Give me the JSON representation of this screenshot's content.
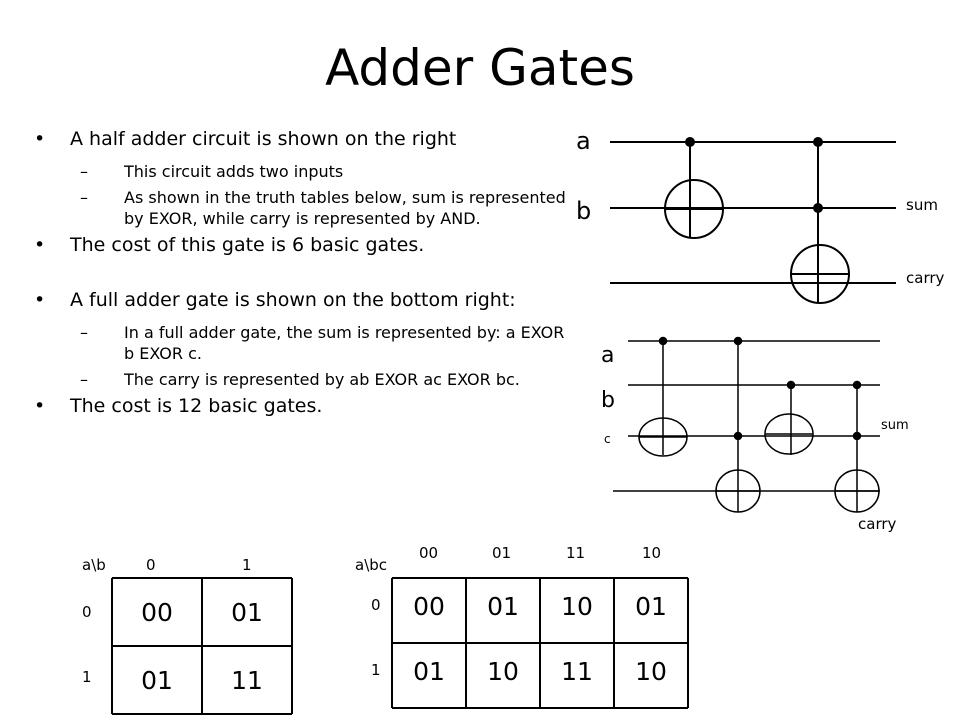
{
  "title": "Adder Gates",
  "bullets": [
    {
      "level": 1,
      "text": "A half adder circuit is shown on the right"
    },
    {
      "level": 2,
      "text": "This circuit adds two inputs"
    },
    {
      "level": 2,
      "text": "As shown in the truth tables below, sum is represented by EXOR, while carry is represented by AND."
    },
    {
      "level": 1,
      "text": "The cost of this gate is 6 basic gates."
    },
    {
      "level": 1,
      "text": "A full adder gate is shown on the bottom right:"
    },
    {
      "level": 2,
      "text": "In a full adder gate, the sum is represented by: a EXOR b EXOR c."
    },
    {
      "level": 2,
      "text": "The carry is represented by ab EXOR ac EXOR bc."
    },
    {
      "level": 1,
      "text": "The cost is 12 basic gates."
    }
  ],
  "half_adder": {
    "input_a": "a",
    "input_b": "b",
    "out_sum": "sum",
    "out_carry": "carry"
  },
  "full_adder": {
    "input_a": "a",
    "input_b": "b",
    "input_c": "c",
    "out_sum": "sum",
    "out_carry": "carry"
  },
  "table1": {
    "corner": "a\\b",
    "col_headers": [
      "0",
      "1"
    ],
    "row_headers": [
      "0",
      "1"
    ],
    "cells": [
      [
        "00",
        "01"
      ],
      [
        "01",
        "11"
      ]
    ]
  },
  "table2": {
    "corner": "a\\bc",
    "col_headers": [
      "00",
      "01",
      "11",
      "10"
    ],
    "row_headers": [
      "0",
      "1"
    ],
    "cells": [
      [
        "00",
        "01",
        "10",
        "01"
      ],
      [
        "01",
        "10",
        "11",
        "10"
      ]
    ]
  }
}
